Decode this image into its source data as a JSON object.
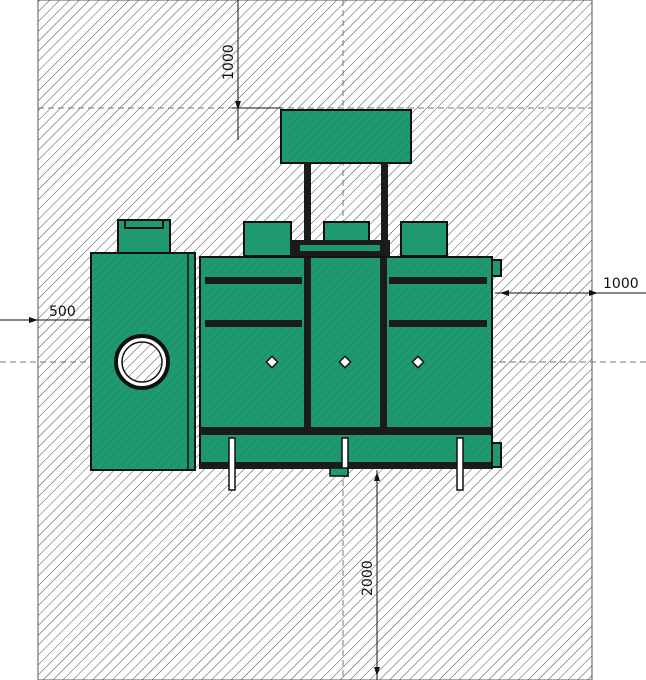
{
  "colors": {
    "equipment_fill": "#1f9a6e",
    "outline": "#111111",
    "hatch": "#4a4a4a",
    "background": "#ffffff"
  },
  "dimensions": {
    "top_clearance": "1000",
    "right_clearance": "1000",
    "left_clearance": "500",
    "bottom_clearance": "2000"
  }
}
